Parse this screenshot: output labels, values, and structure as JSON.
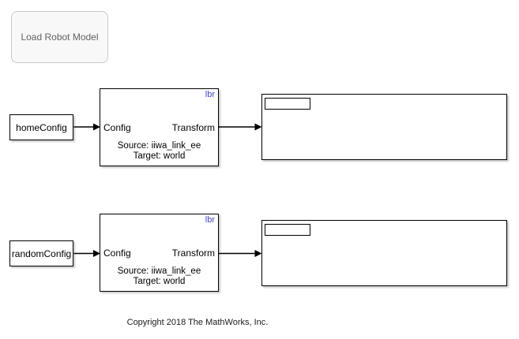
{
  "colors": {
    "background": "#ffffff",
    "wire": "#000000",
    "block_border": "#000000",
    "block_fill": "#ffffff",
    "param_text": "#4343d5",
    "annotation_fill": "#f8f8f8",
    "annotation_border": "#c9c9c9",
    "annotation_text": "#616161",
    "copyright_text": "#1a1a1a"
  },
  "annotation": {
    "label": "Load Robot Model"
  },
  "rows": [
    {
      "input_label": "homeConfig",
      "transform_block": {
        "param_label": "lbr",
        "input_port": "Config",
        "output_port": "Transform",
        "source_text": "Source: iiwa_link_ee",
        "target_text": "Target: world"
      },
      "display_value": ""
    },
    {
      "input_label": "randomConfig",
      "transform_block": {
        "param_label": "lbr",
        "input_port": "Config",
        "output_port": "Transform",
        "source_text": "Source: iiwa_link_ee",
        "target_text": "Target: world"
      },
      "display_value": ""
    }
  ],
  "footer": {
    "copyright": "Copyright 2018 The MathWorks, Inc."
  }
}
